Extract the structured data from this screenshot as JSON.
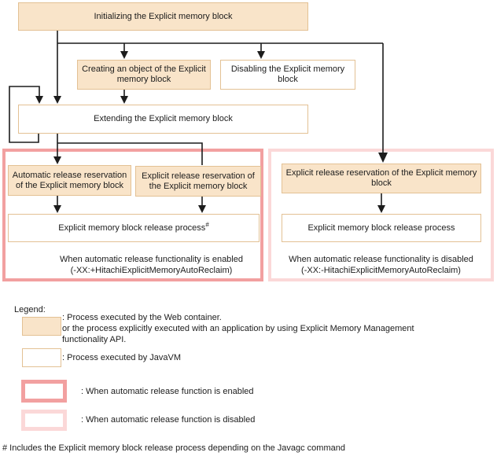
{
  "nodes": {
    "initializing": "Initializing the Explicit memory block",
    "creating": "Creating an object of the Explicit memory block",
    "disabling": "Disabling the Explicit memory block",
    "extending": "Extending the Explicit memory block",
    "auto_release_reservation": "Automatic release reservation of the Explicit memory block",
    "explicit_release_reservation_left": "Explicit release reservation of the Explicit memory block",
    "release_process_left": "Explicit memory block release process",
    "release_process_footnote_mark": "#",
    "explicit_release_reservation_right": "Explicit release reservation of the Explicit memory block",
    "release_process_right": "Explicit memory block release process"
  },
  "captions": {
    "enabled_line1": "When automatic release functionality is enabled",
    "enabled_line2": "(-XX:+HitachiExplicitMemoryAutoReclaim)",
    "disabled_line1": "When automatic release functionality is disabled",
    "disabled_line2": "(-XX:-HitachiExplicitMemoryAutoReclaim)"
  },
  "legend": {
    "title": "Legend:",
    "web_container_line1": ": Process executed by the Web container.",
    "web_container_line2": "or the process explicitly executed with an application by using Explicit Memory Management",
    "web_container_line3": "functionality API.",
    "javavm": ": Process executed by JavaVM",
    "enabled": ": When automatic release function is enabled",
    "disabled": ": When automatic release function is disabled"
  },
  "footnote": "# Includes the Explicit memory block release process depending on the Javagc command",
  "colors": {
    "process_fill": "#f9e4c9",
    "process_border": "#e3c194",
    "enabled_border": "#f2a0a0",
    "disabled_border": "#fbd8d8",
    "connector": "#1c1c1c"
  }
}
